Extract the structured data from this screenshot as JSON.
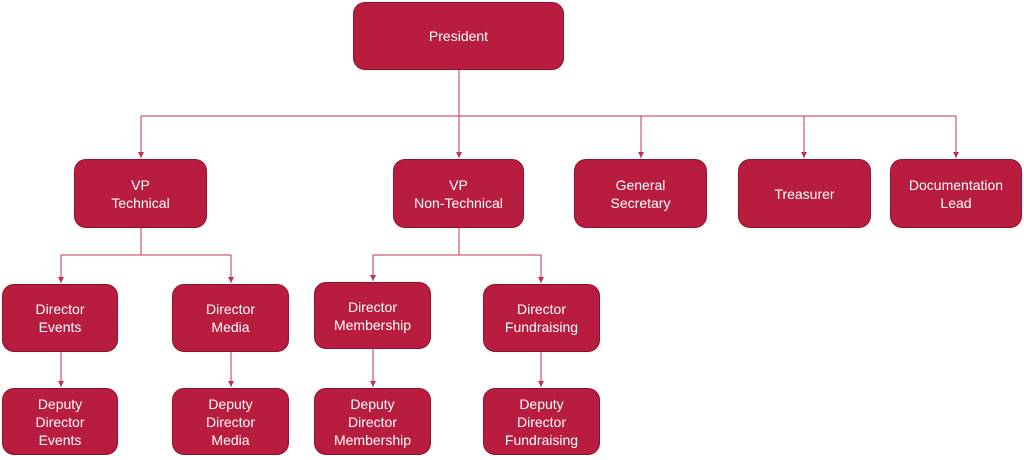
{
  "colors": {
    "node_fill": "#b81c3f",
    "node_border": "#8e1230",
    "connector": "#c0334f",
    "text": "#ffffff"
  },
  "nodes": {
    "president": {
      "lines": [
        "President"
      ]
    },
    "vp_tech": {
      "lines": [
        "VP",
        "Technical"
      ]
    },
    "vp_nontech": {
      "lines": [
        "VP",
        "Non-Technical"
      ]
    },
    "gen_sec": {
      "lines": [
        "General",
        "Secretary"
      ]
    },
    "treasurer": {
      "lines": [
        "Treasurer"
      ]
    },
    "doc_lead": {
      "lines": [
        "Documentation",
        "Lead"
      ]
    },
    "dir_events": {
      "lines": [
        "Director",
        "Events"
      ]
    },
    "dir_media": {
      "lines": [
        "Director",
        "Media"
      ]
    },
    "dir_member": {
      "lines": [
        "Director",
        "Membership"
      ]
    },
    "dir_fund": {
      "lines": [
        "Director",
        "Fundraising"
      ]
    },
    "dep_events": {
      "lines": [
        "Deputy",
        "Director",
        "Events"
      ]
    },
    "dep_media": {
      "lines": [
        "Deputy",
        "Director",
        "Media"
      ]
    },
    "dep_member": {
      "lines": [
        "Deputy",
        "Director",
        "Membership"
      ]
    },
    "dep_fund": {
      "lines": [
        "Deputy",
        "Director",
        "Fundraising"
      ]
    }
  }
}
